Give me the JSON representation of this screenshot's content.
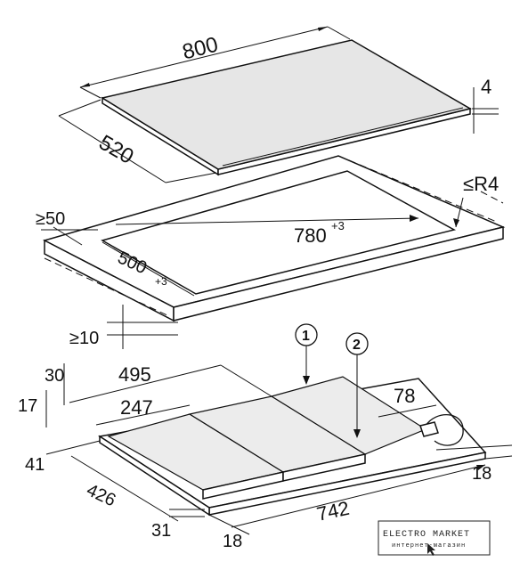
{
  "labels": {
    "width_800": "800",
    "depth_520": "520",
    "thickness_4": "4",
    "radius": "≤R4",
    "min_50": "≥50",
    "cutout_780": "780",
    "cutout_780_tol": "+3",
    "cutout_500": "500",
    "cutout_500_tol": "+3",
    "min_10": "≥10",
    "dim_495": "495",
    "dim_247": "247",
    "dim_78": "78",
    "dim_30": "30",
    "dim_17": "17",
    "dim_41": "41",
    "dim_426": "426",
    "dim_31": "31",
    "dim_18_bottom": "18",
    "dim_742": "742",
    "dim_18_right": "18",
    "callout_1": "1",
    "callout_2": "2"
  },
  "watermark": {
    "brand": "ELECTRO MARKET",
    "sub": "интернет-магазин"
  }
}
